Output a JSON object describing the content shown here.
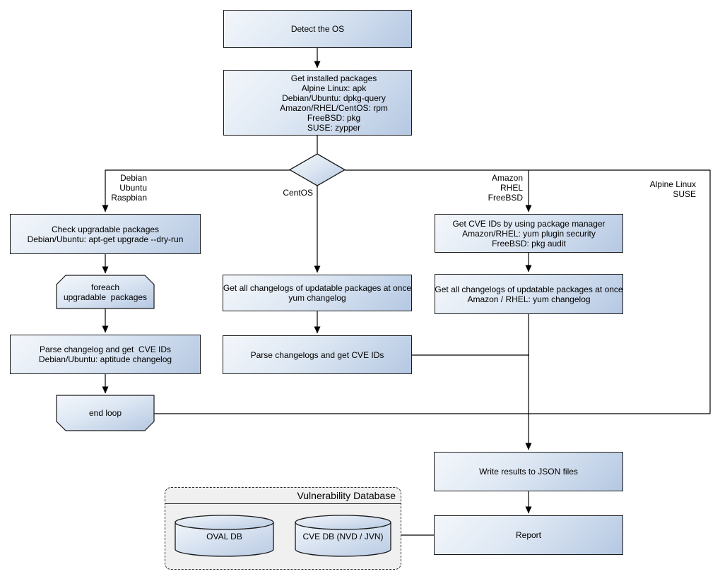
{
  "nodes": {
    "detect_os": "Detect the OS",
    "get_installed_packages": "Get installed packages\nAlpine Linux: apk\nDebian/Ubuntu: dpkg-query\nAmazon/RHEL/CentOS: rpm\nFreeBSD: pkg\nSUSE: zypper",
    "check_upgradable": "Check upgradable packages\nDebian/Ubuntu: apt-get upgrade --dry-run",
    "foreach_loop": "foreach\nupgradable  packages",
    "parse_changelog_left": "Parse changelog and get  CVE IDs\nDebian/Ubuntu: aptitude changelog",
    "end_loop": "end loop",
    "get_changelogs_center": "Get all changelogs of updatable packages at once\nyum changelog",
    "parse_changelogs_center": "Parse changelogs and get CVE IDs",
    "get_cve_ids_right": "Get CVE IDs by using package manager\nAmazon/RHEL: yum plugin security\nFreeBSD: pkg audit",
    "get_changelogs_right": "Get all changelogs of updatable packages at once\nAmazon / RHEL: yum changelog",
    "write_results": "Write results to JSON files",
    "report": "Report"
  },
  "branch_labels": {
    "debian": "Debian\nUbuntu\nRaspbian",
    "centos": "CentOS",
    "amazon": "Amazon\nRHEL\nFreeBSD",
    "alpine": "Alpine Linux\nSUSE"
  },
  "database": {
    "title": "Vulnerability Database",
    "cylinders": [
      "OVAL DB",
      "CVE DB (NVD / JVN)"
    ]
  },
  "colors": {
    "node_gradient_start": "#f4f7fb",
    "node_gradient_end": "#b5c8e2",
    "node_border": "#1a1a1a",
    "connector": "#000000",
    "db_container_fill": "#f0f0f1",
    "background": "#ffffff"
  }
}
